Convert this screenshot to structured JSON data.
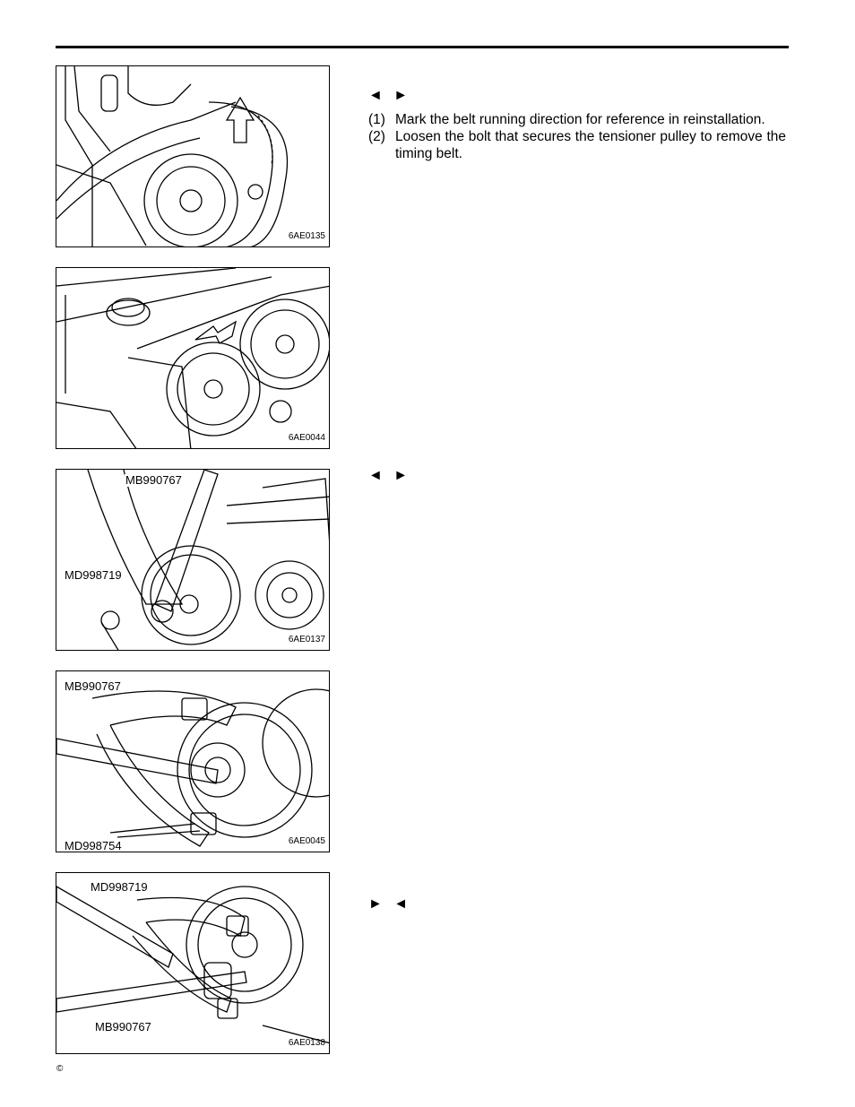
{
  "figures": [
    {
      "code": "6AE0135",
      "labels": []
    },
    {
      "code": "6AE0044",
      "labels": []
    },
    {
      "code": "6AE0137",
      "labels": [
        "MB990767",
        "MD998719"
      ]
    },
    {
      "code": "6AE0045",
      "labels": [
        "MB990767",
        "MD998754"
      ]
    },
    {
      "code": "6AE0138",
      "labels": [
        "MD998719",
        "MB990767"
      ]
    }
  ],
  "sections": [
    {
      "marker": "◄ ►",
      "steps": [
        {
          "num": "(1)",
          "text": "Mark the belt running direction for reference in reinstallation."
        },
        {
          "num": "(2)",
          "text": "Loosen the bolt that secures the tensioner pulley to remove the timing belt."
        }
      ]
    },
    {
      "marker": "◄ ►"
    },
    {
      "marker": "► ◄"
    }
  ],
  "footer": {
    "copyright": "©"
  }
}
